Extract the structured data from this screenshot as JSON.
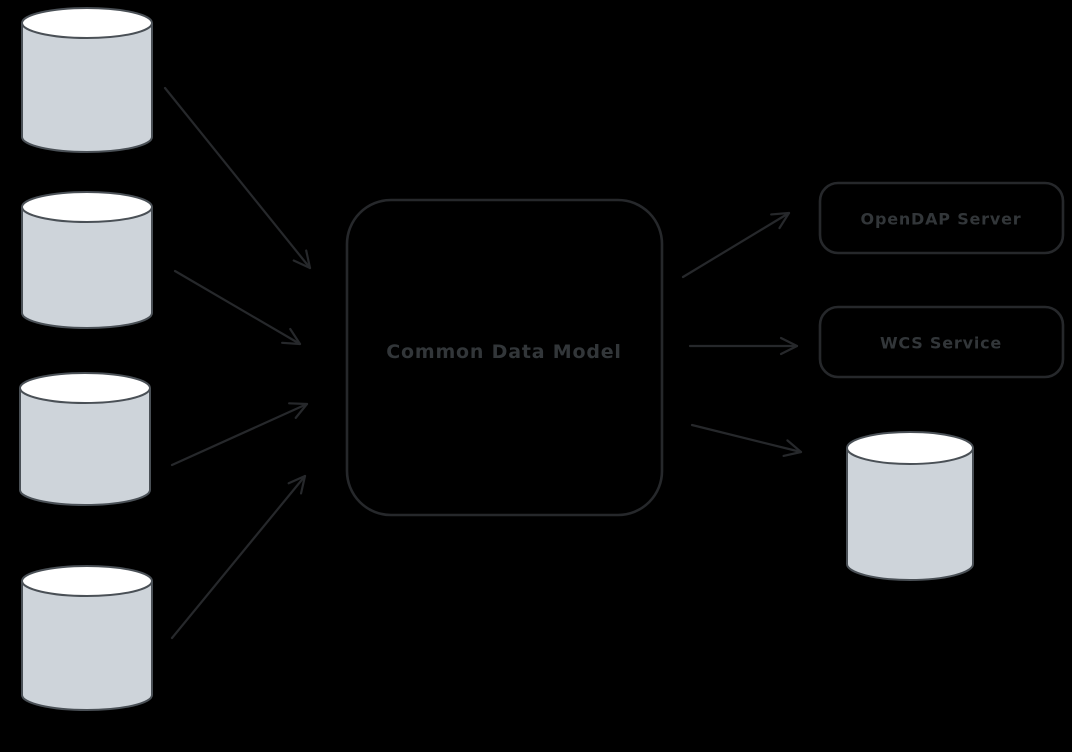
{
  "colors": {
    "background": "#000000",
    "line": "#26282b",
    "text": "#323639",
    "cylinder_fill": "#ced4da",
    "cylinder_top_fill": "#ffffff",
    "cylinder_stroke": "#4a5056"
  },
  "center_node": {
    "id": "common-data-model",
    "type": "rounded-box",
    "label": "Common Data Model"
  },
  "source_nodes": [
    {
      "id": "data-source-1",
      "type": "database-cylinder"
    },
    {
      "id": "data-source-2",
      "type": "database-cylinder"
    },
    {
      "id": "data-source-3",
      "type": "database-cylinder"
    },
    {
      "id": "data-source-4",
      "type": "database-cylinder"
    }
  ],
  "output_nodes": [
    {
      "id": "opendap-server",
      "type": "rounded-box",
      "label": "OpenDAP Server"
    },
    {
      "id": "wcs-service",
      "type": "rounded-box",
      "label": "WCS Service"
    },
    {
      "id": "output-database",
      "type": "database-cylinder"
    }
  ],
  "edges": [
    {
      "from": "data-source-1",
      "to": "common-data-model"
    },
    {
      "from": "data-source-2",
      "to": "common-data-model"
    },
    {
      "from": "data-source-3",
      "to": "common-data-model"
    },
    {
      "from": "data-source-4",
      "to": "common-data-model"
    },
    {
      "from": "common-data-model",
      "to": "opendap-server"
    },
    {
      "from": "common-data-model",
      "to": "wcs-service"
    },
    {
      "from": "common-data-model",
      "to": "output-database"
    }
  ]
}
